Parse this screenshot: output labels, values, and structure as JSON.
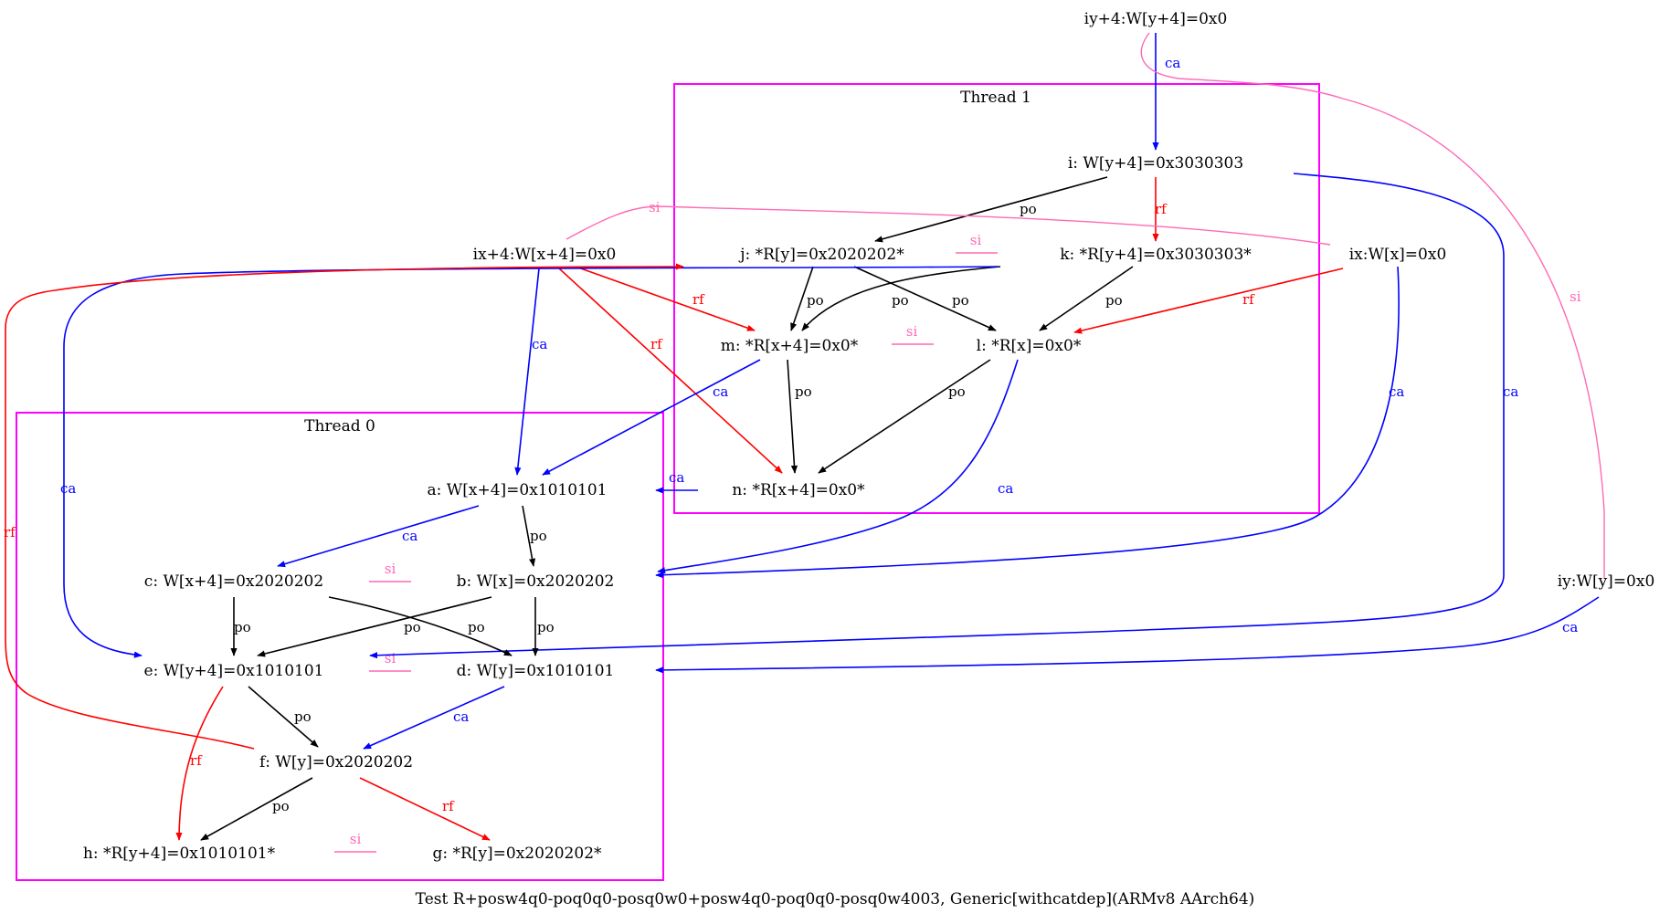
{
  "caption": "Test R+posw4q0-poq0q0-posq0w0+posw4q0-poq0q0-posq0w4003, Generic[withcatdep](ARMv8 AArch64)",
  "colors": {
    "po": "#000000",
    "rf": "#ff0000",
    "ca": "#0000ff",
    "si": "#ff69b4",
    "cluster": "#ff00ff"
  },
  "clusters": [
    {
      "id": "thread0",
      "label": "Thread 0"
    },
    {
      "id": "thread1",
      "label": "Thread 1"
    }
  ],
  "nodes": [
    {
      "id": "iy4",
      "label": "iy+4:W[y+4]=0x0"
    },
    {
      "id": "i",
      "label": "i: W[y+4]=0x3030303"
    },
    {
      "id": "ix4",
      "label": "ix+4:W[x+4]=0x0"
    },
    {
      "id": "j",
      "label": "j: *R[y]=0x2020202*"
    },
    {
      "id": "k",
      "label": "k: *R[y+4]=0x3030303*"
    },
    {
      "id": "ix",
      "label": "ix:W[x]=0x0"
    },
    {
      "id": "m",
      "label": "m: *R[x+4]=0x0*"
    },
    {
      "id": "l",
      "label": "l: *R[x]=0x0*"
    },
    {
      "id": "a",
      "label": "a: W[x+4]=0x1010101"
    },
    {
      "id": "n",
      "label": "n: *R[x+4]=0x0*"
    },
    {
      "id": "c",
      "label": "c: W[x+4]=0x2020202"
    },
    {
      "id": "b",
      "label": "b: W[x]=0x2020202"
    },
    {
      "id": "iy",
      "label": "iy:W[y]=0x0"
    },
    {
      "id": "e",
      "label": "e: W[y+4]=0x1010101"
    },
    {
      "id": "d",
      "label": "d: W[y]=0x1010101"
    },
    {
      "id": "f",
      "label": "f: W[y]=0x2020202"
    },
    {
      "id": "h",
      "label": "h: *R[y+4]=0x1010101*"
    },
    {
      "id": "g",
      "label": "g: *R[y]=0x2020202*"
    }
  ],
  "edges": [
    {
      "id": "iy4-i-ca",
      "from": "iy4",
      "to": "i",
      "kind": "ca",
      "label": "ca"
    },
    {
      "id": "i-j-po",
      "from": "i",
      "to": "j",
      "kind": "po",
      "label": "po"
    },
    {
      "id": "i-k-rf",
      "from": "i",
      "to": "k",
      "kind": "rf",
      "label": "rf"
    },
    {
      "id": "i-e-ca",
      "from": "i",
      "to": "e",
      "kind": "ca",
      "label": "ca"
    },
    {
      "id": "j-m-po",
      "from": "j",
      "to": "m",
      "kind": "po",
      "label": "po"
    },
    {
      "id": "j-l-po",
      "from": "j",
      "to": "l",
      "kind": "po",
      "label": "po"
    },
    {
      "id": "j-m-po2",
      "from": "j",
      "to": "m",
      "kind": "po",
      "label": "po"
    },
    {
      "id": "k-l-po",
      "from": "k",
      "to": "l",
      "kind": "po",
      "label": "po"
    },
    {
      "id": "ix-l-rf",
      "from": "ix",
      "to": "l",
      "kind": "rf",
      "label": "rf"
    },
    {
      "id": "ix-b-ca",
      "from": "ix",
      "to": "b",
      "kind": "ca",
      "label": "ca"
    },
    {
      "id": "ix4-m-rf",
      "from": "ix4",
      "to": "m",
      "kind": "rf",
      "label": "rf"
    },
    {
      "id": "ix4-n-rf",
      "from": "ix4",
      "to": "n",
      "kind": "rf",
      "label": "rf"
    },
    {
      "id": "ix4-a-ca",
      "from": "ix4",
      "to": "a",
      "kind": "ca",
      "label": "ca"
    },
    {
      "id": "ix4-e-ca",
      "from": "ix4",
      "to": "e",
      "kind": "ca",
      "label": "ca"
    },
    {
      "id": "m-n-po",
      "from": "m",
      "to": "n",
      "kind": "po",
      "label": "po"
    },
    {
      "id": "m-a-ca",
      "from": "m",
      "to": "a",
      "kind": "ca",
      "label": "ca"
    },
    {
      "id": "l-n-po",
      "from": "l",
      "to": "n",
      "kind": "po",
      "label": "po"
    },
    {
      "id": "l-b-ca",
      "from": "l",
      "to": "b",
      "kind": "ca",
      "label": "ca"
    },
    {
      "id": "n-a-ca",
      "from": "n",
      "to": "a",
      "kind": "ca",
      "label": "ca"
    },
    {
      "id": "a-b-po",
      "from": "a",
      "to": "b",
      "kind": "po",
      "label": "po"
    },
    {
      "id": "a-c-ca",
      "from": "a",
      "to": "c",
      "kind": "ca",
      "label": "ca"
    },
    {
      "id": "c-e-po",
      "from": "c",
      "to": "e",
      "kind": "po",
      "label": "po"
    },
    {
      "id": "c-d-po",
      "from": "c",
      "to": "d",
      "kind": "po",
      "label": "po"
    },
    {
      "id": "b-e-po",
      "from": "b",
      "to": "e",
      "kind": "po",
      "label": "po"
    },
    {
      "id": "b-d-po",
      "from": "b",
      "to": "d",
      "kind": "po",
      "label": "po"
    },
    {
      "id": "iy-d-ca",
      "from": "iy",
      "to": "d",
      "kind": "ca",
      "label": "ca"
    },
    {
      "id": "e-f-po",
      "from": "e",
      "to": "f",
      "kind": "po",
      "label": "po"
    },
    {
      "id": "e-h-rf",
      "from": "e",
      "to": "h",
      "kind": "rf",
      "label": "rf"
    },
    {
      "id": "d-f-ca",
      "from": "d",
      "to": "f",
      "kind": "ca",
      "label": "ca"
    },
    {
      "id": "f-h-po",
      "from": "f",
      "to": "h",
      "kind": "po",
      "label": "po"
    },
    {
      "id": "f-g-rf",
      "from": "f",
      "to": "g",
      "kind": "rf",
      "label": "rf"
    },
    {
      "id": "f-j-rf",
      "from": "f",
      "to": "j",
      "kind": "rf",
      "label": "rf"
    },
    {
      "id": "iy4-iy-si",
      "from": "iy4",
      "to": "iy",
      "kind": "si",
      "label": "si"
    },
    {
      "id": "ix4-ix-si",
      "from": "ix4",
      "to": "ix",
      "kind": "si",
      "label": "si"
    },
    {
      "id": "j-k-si",
      "from": "j",
      "to": "k",
      "kind": "si",
      "label": "si"
    },
    {
      "id": "m-l-si",
      "from": "m",
      "to": "l",
      "kind": "si",
      "label": "si"
    },
    {
      "id": "c-b-si",
      "from": "c",
      "to": "b",
      "kind": "si",
      "label": "si"
    },
    {
      "id": "e-d-si",
      "from": "e",
      "to": "d",
      "kind": "si",
      "label": "si"
    },
    {
      "id": "h-g-si",
      "from": "h",
      "to": "g",
      "kind": "si",
      "label": "si"
    }
  ]
}
